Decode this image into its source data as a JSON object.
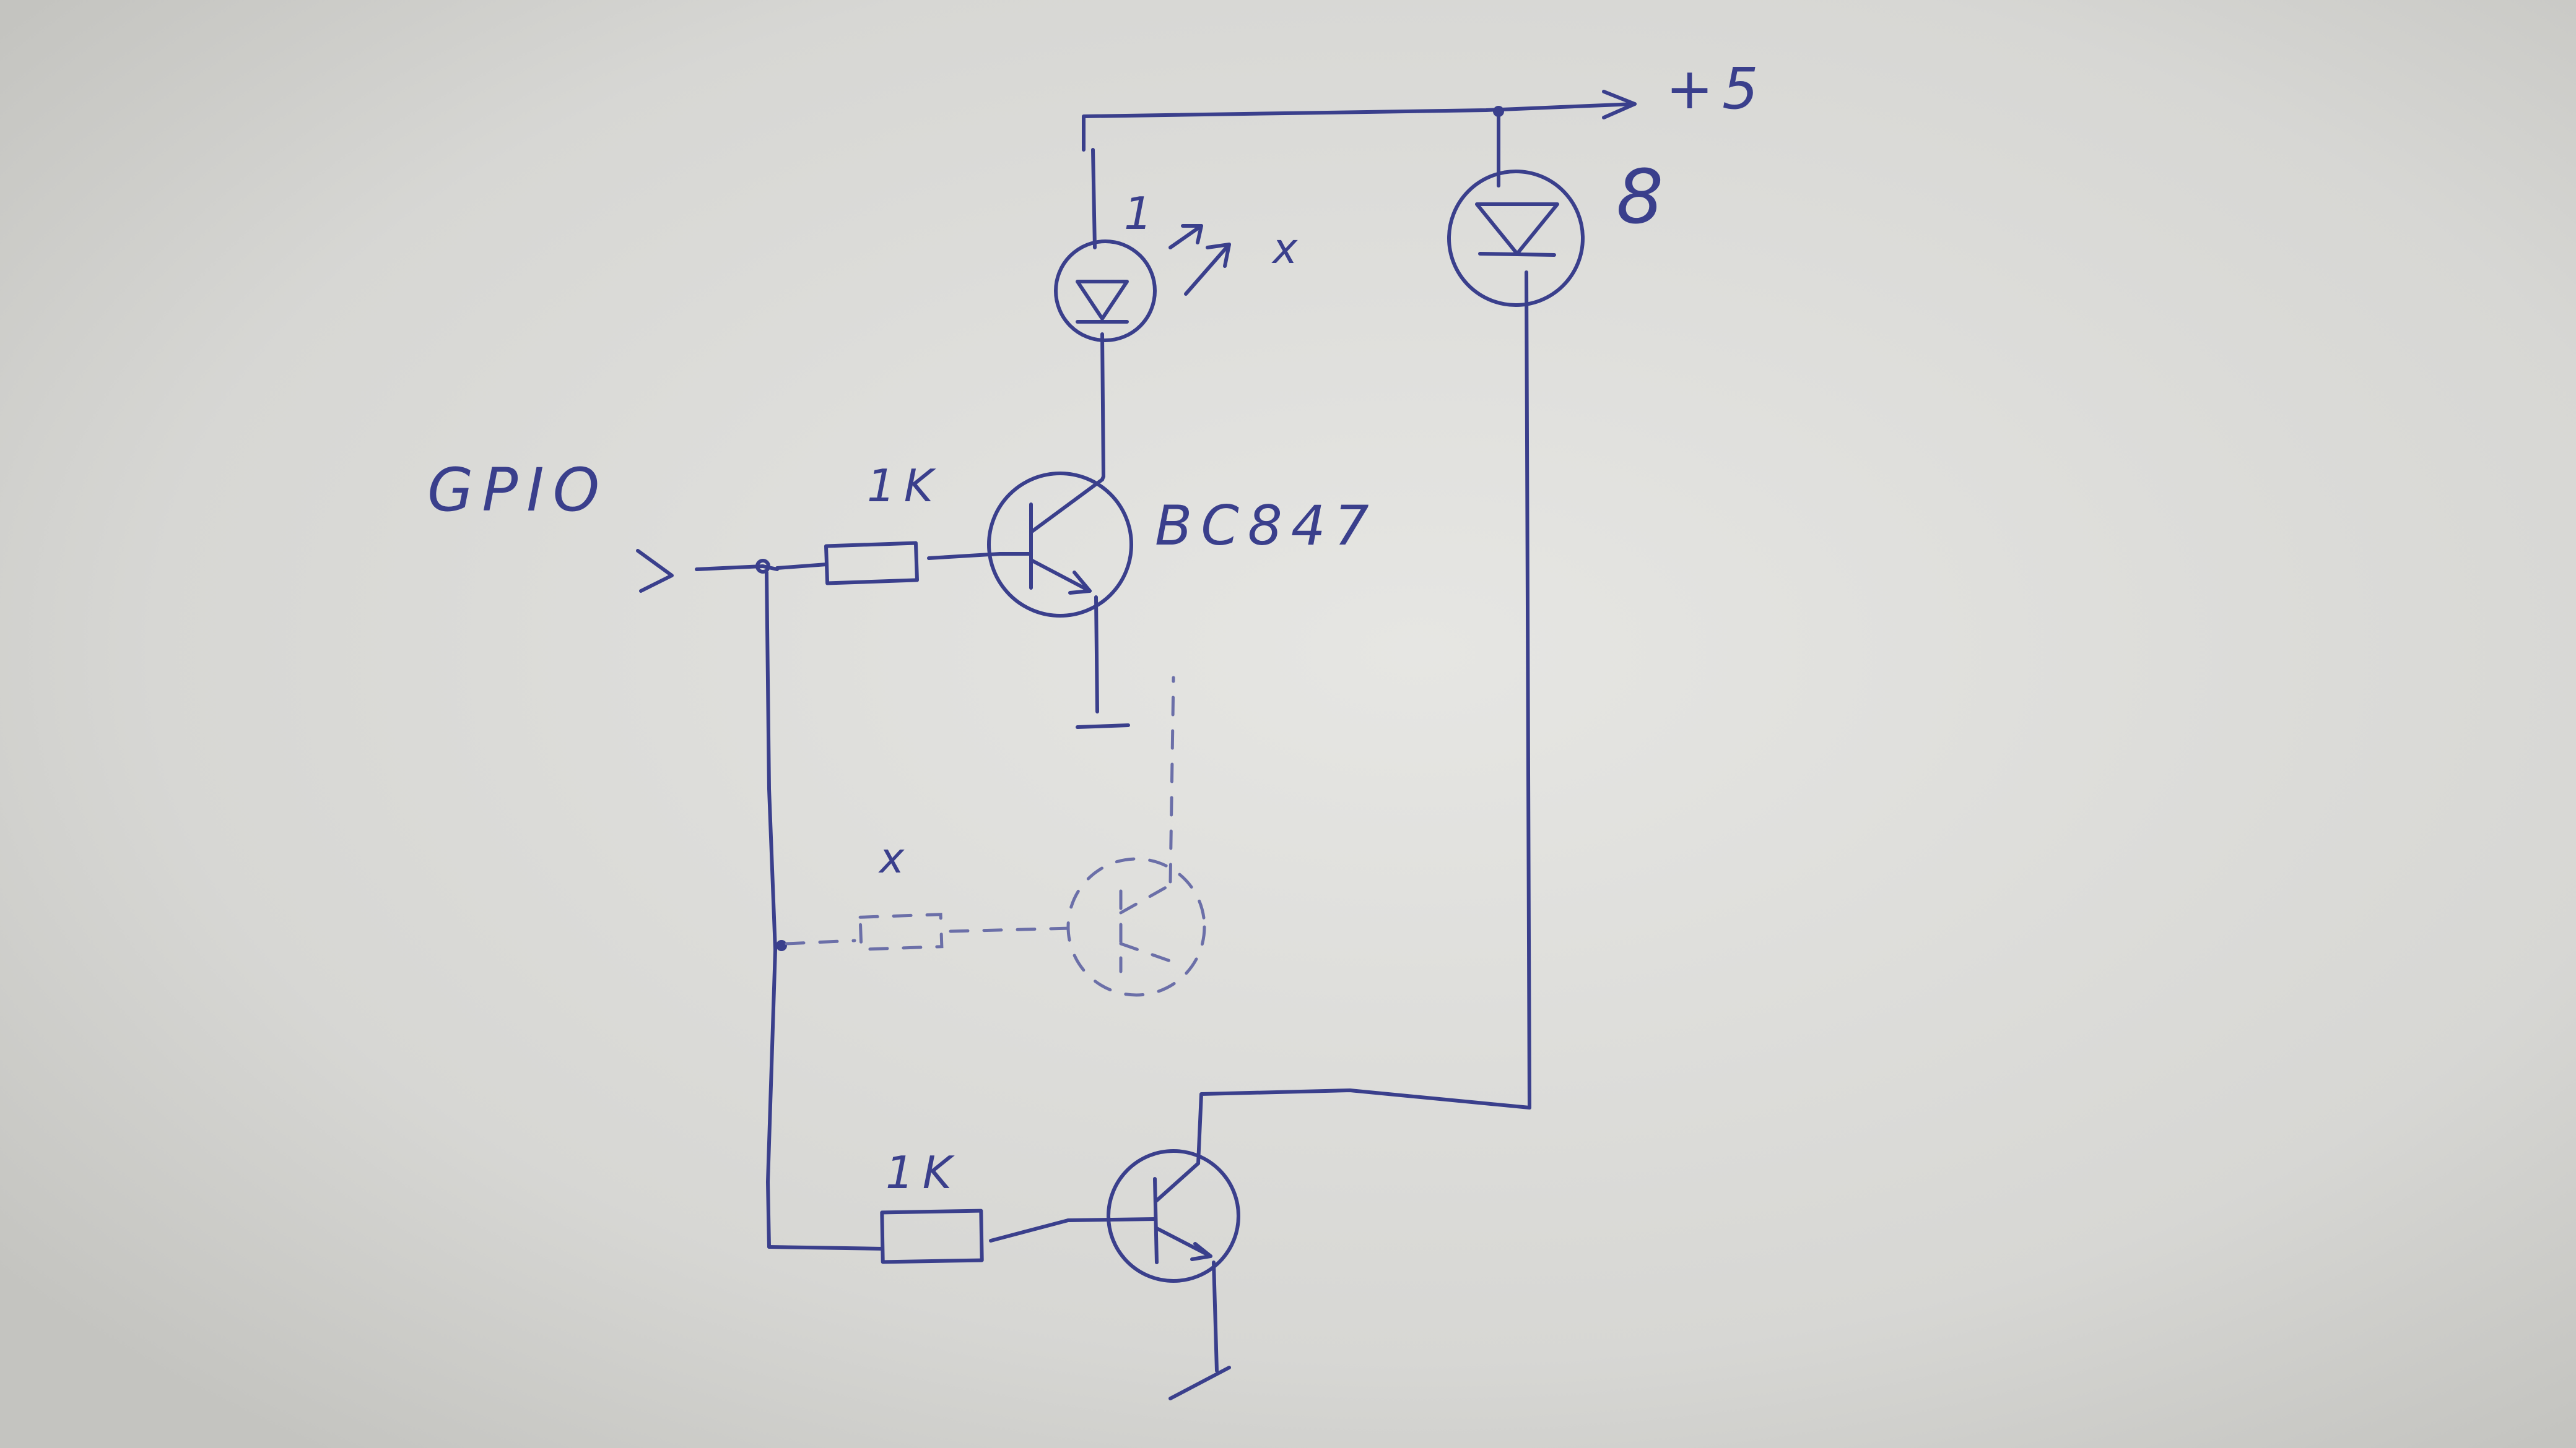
{
  "diagram": {
    "labels": {
      "supply": "+5",
      "input": "GPIO",
      "resistor_top": "1K",
      "resistor_bottom": "1K",
      "transistor": "BC847",
      "led_top_count": "1",
      "led_top_mark": "x",
      "led_right_count": "8",
      "dashed_mark": "x"
    }
  }
}
